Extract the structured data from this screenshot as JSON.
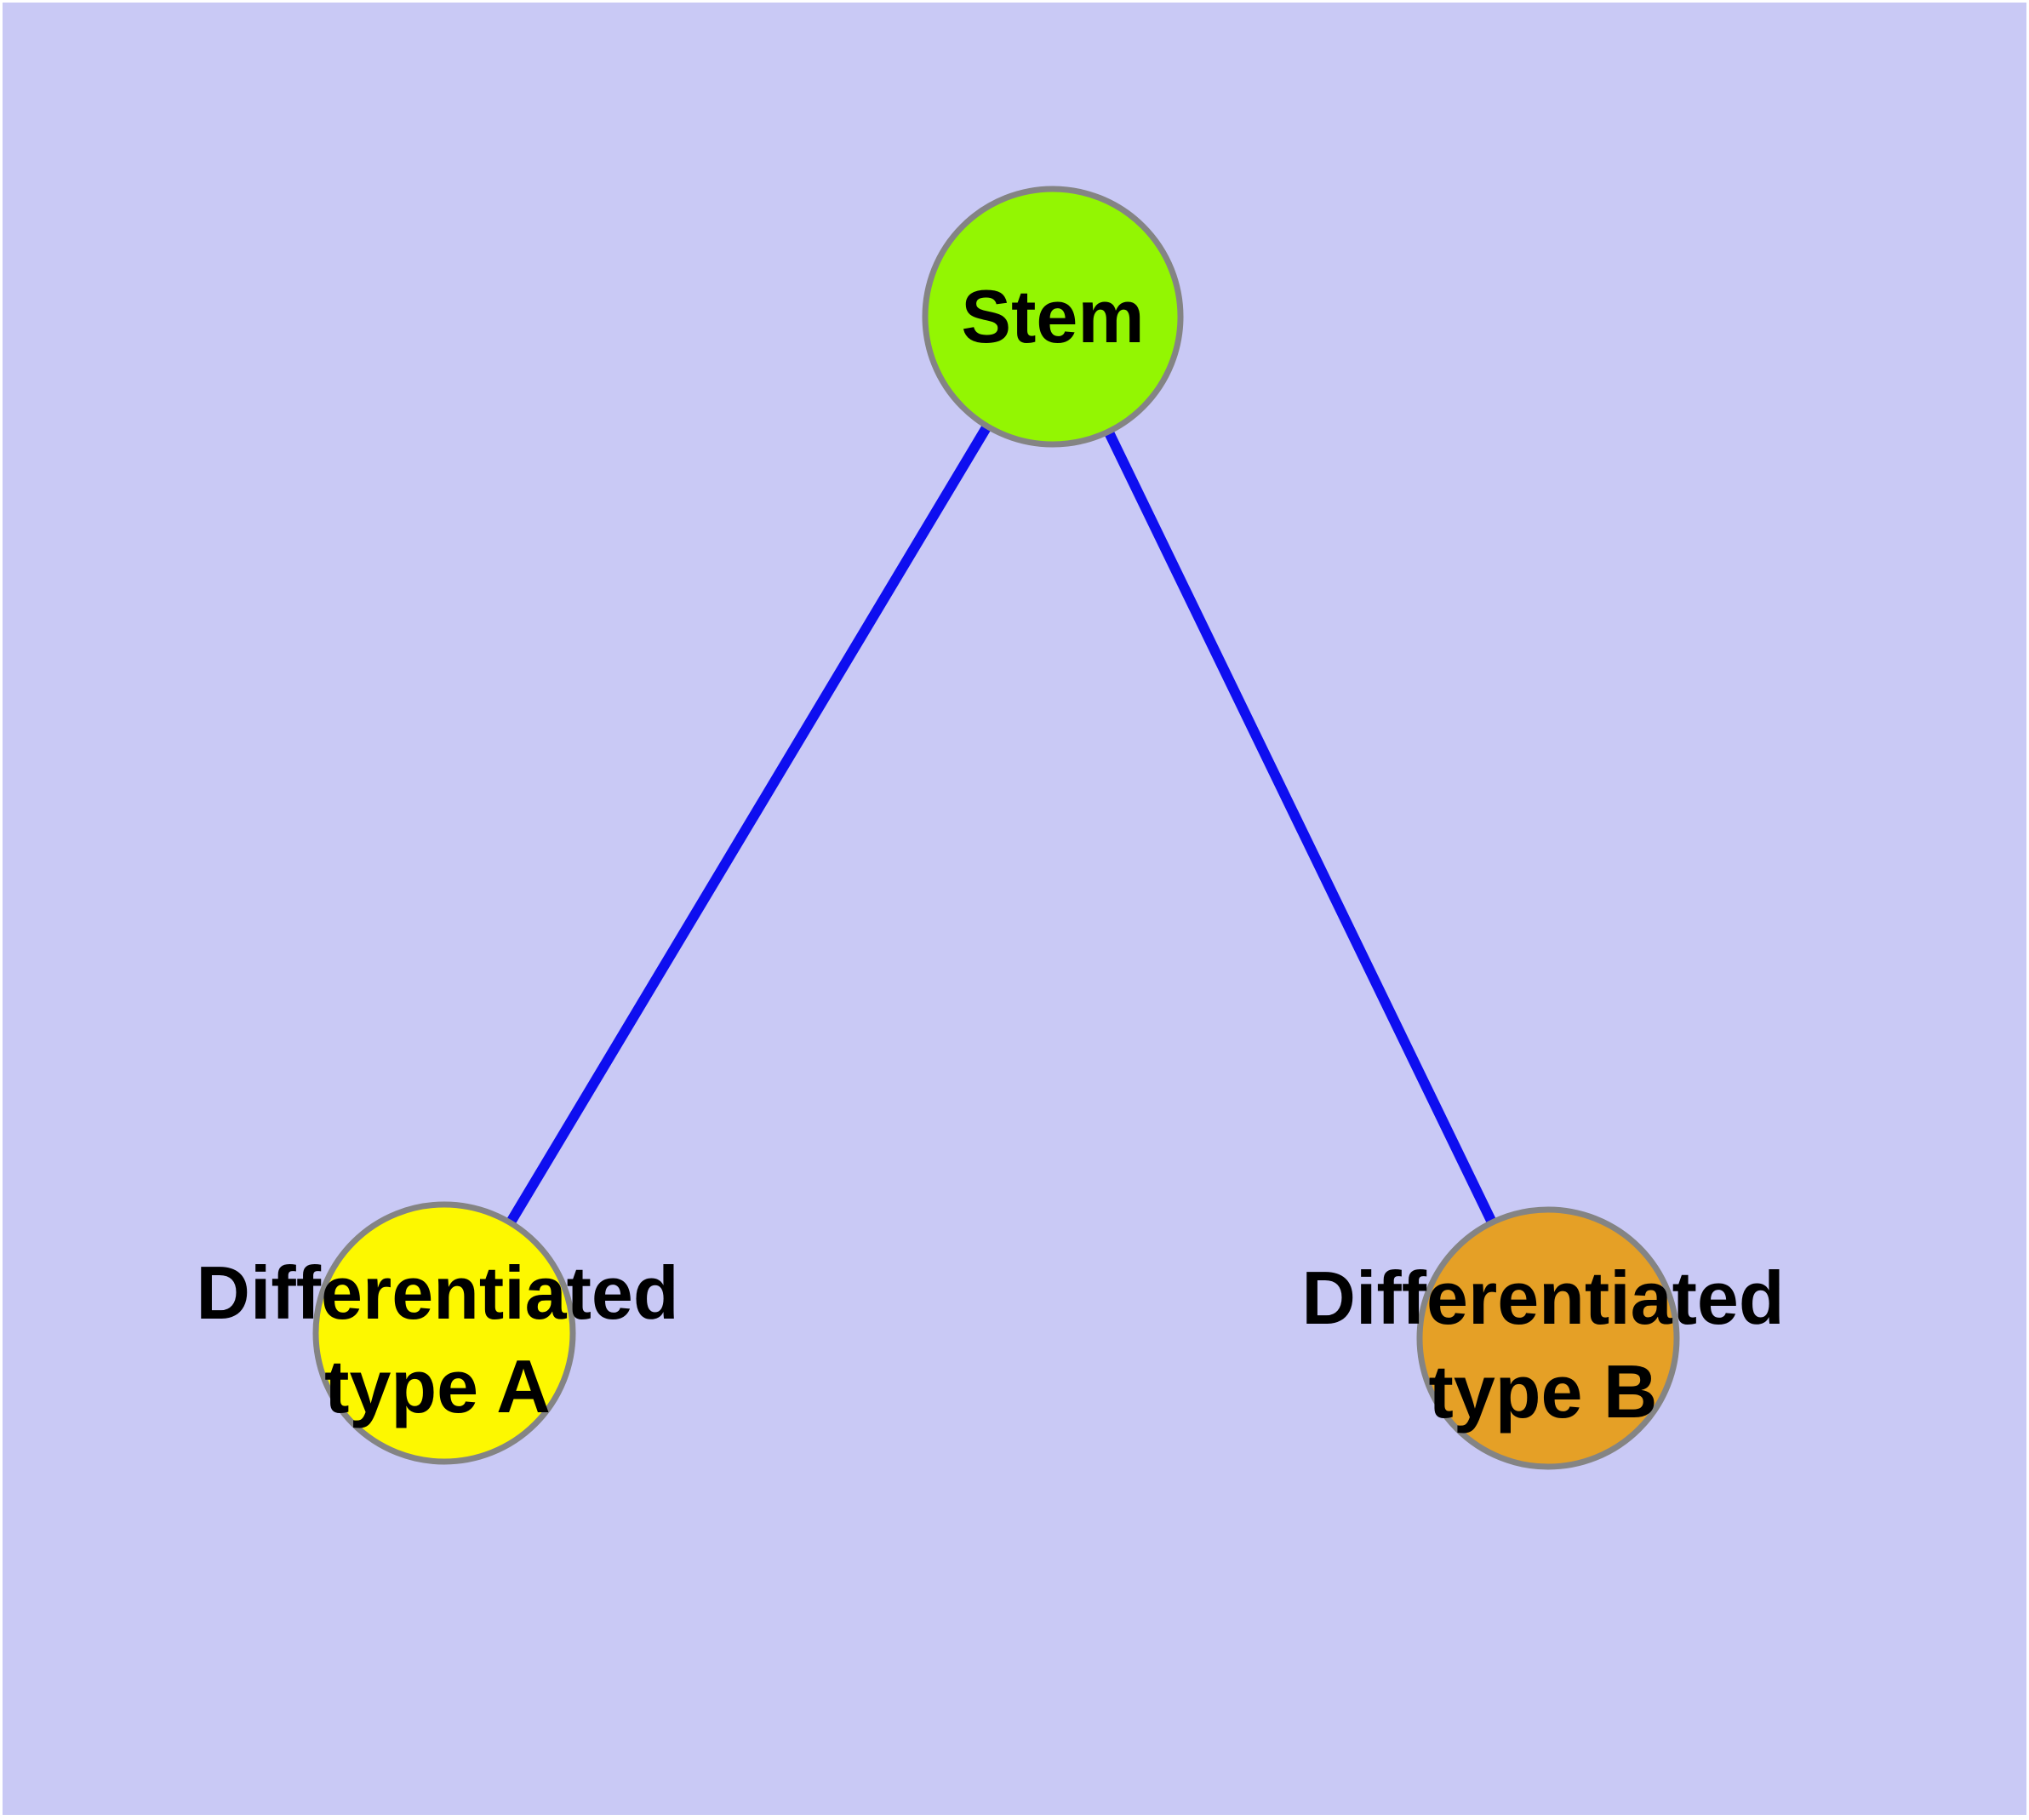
{
  "diagram": {
    "background_color": "#C9C9F5",
    "frame_color": "#FFFFFF",
    "edge_color": "#0E0EF0",
    "node_border_color": "#848484",
    "label_color": "#000000",
    "nodes": [
      {
        "id": "stem",
        "label": "Stem",
        "color": "#93F602"
      },
      {
        "id": "differentiated-type-a",
        "label": "Differentiated\ntype A",
        "color": "#FDF800"
      },
      {
        "id": "differentiated-type-b",
        "label": "Differentiated\ntype B",
        "color": "#E5A026"
      }
    ],
    "edges": [
      {
        "from": "Stem",
        "to": "Differentiated type A"
      },
      {
        "from": "Stem",
        "to": "Differentiated type B"
      }
    ]
  }
}
